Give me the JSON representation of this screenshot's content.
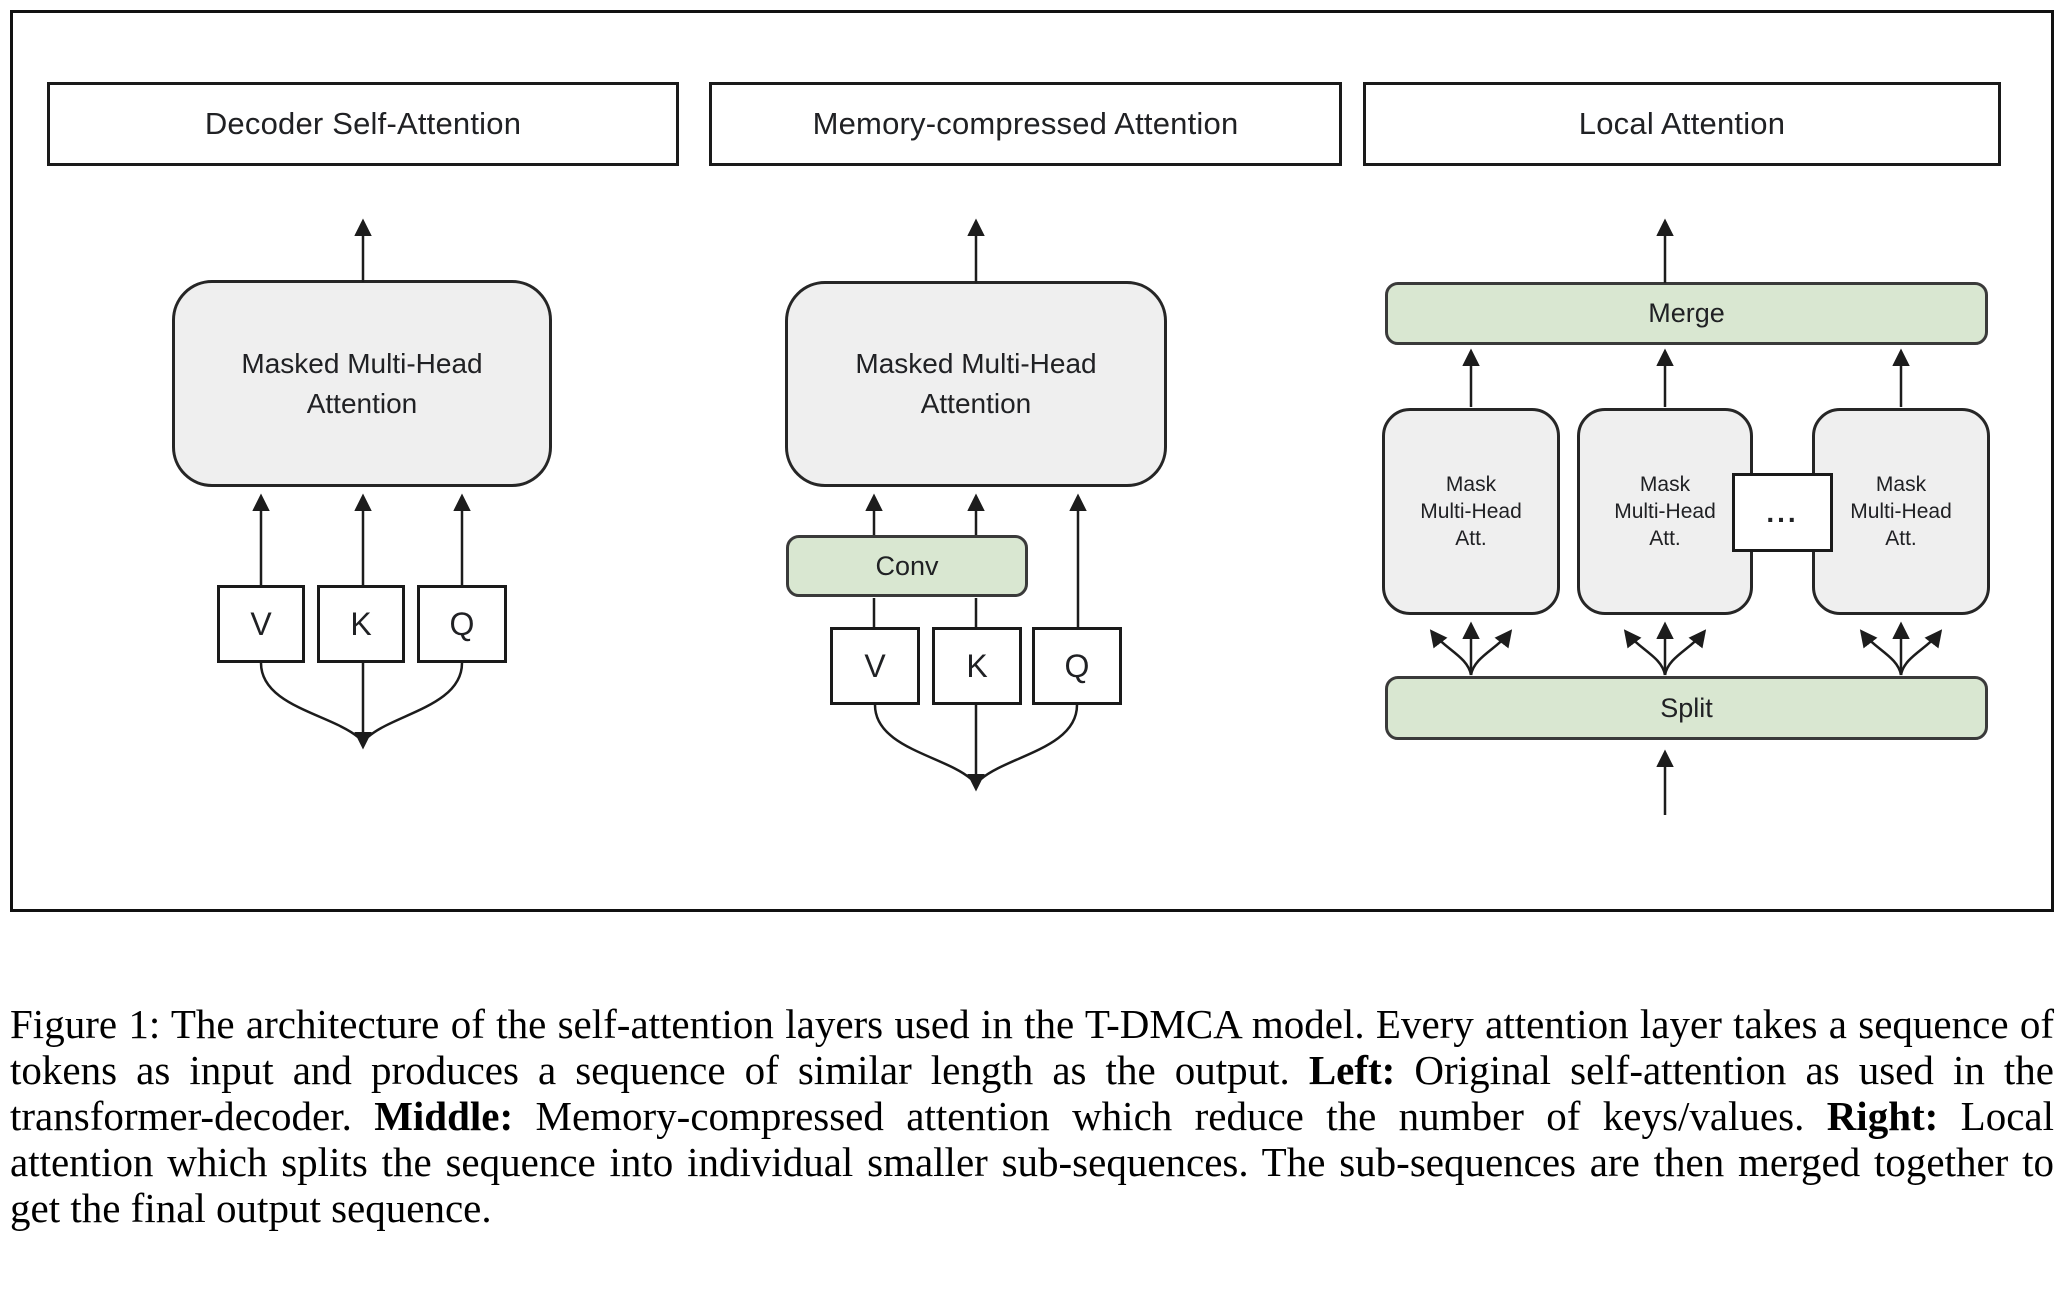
{
  "figure": {
    "colors": {
      "block_gray": "#efefef",
      "block_green": "#d9e7d1",
      "line": "#1c1c1c"
    },
    "panels": {
      "left": {
        "title": "Decoder Self-Attention",
        "attention_block": {
          "line1": "Masked Multi-Head",
          "line2": "Attention"
        },
        "inputs": [
          "V",
          "K",
          "Q"
        ]
      },
      "middle": {
        "title": "Memory-compressed Attention",
        "attention_block": {
          "line1": "Masked Multi-Head",
          "line2": "Attention"
        },
        "conv_label": "Conv",
        "inputs": [
          "V",
          "K",
          "Q"
        ]
      },
      "right": {
        "title": "Local Attention",
        "merge_label": "Merge",
        "split_label": "Split",
        "ellipsis": "...",
        "mask_blocks": [
          {
            "lines": [
              "Mask",
              "Multi-Head",
              "Att."
            ]
          },
          {
            "lines": [
              "Mask",
              "Multi-Head",
              "Att."
            ]
          },
          {
            "lines": [
              "Mask",
              "Multi-Head",
              "Att."
            ]
          }
        ]
      }
    }
  },
  "caption": {
    "segments": [
      {
        "text": "Figure 1: The architecture of the self-attention layers used in the T-DMCA model. Every attention layer takes a sequence of tokens as input and produces a sequence of similar length as the output. ",
        "bold": false
      },
      {
        "text": "Left:",
        "bold": true
      },
      {
        "text": " Original self-attention as used in the transformer-decoder. ",
        "bold": false
      },
      {
        "text": "Middle:",
        "bold": true
      },
      {
        "text": " Memory-compressed attention which reduce the number of keys/values. ",
        "bold": false
      },
      {
        "text": "Right:",
        "bold": true
      },
      {
        "text": " Local attention which splits the sequence into individual smaller sub-sequences. The sub-sequences are then merged together to get the final output sequence.",
        "bold": false
      }
    ]
  }
}
